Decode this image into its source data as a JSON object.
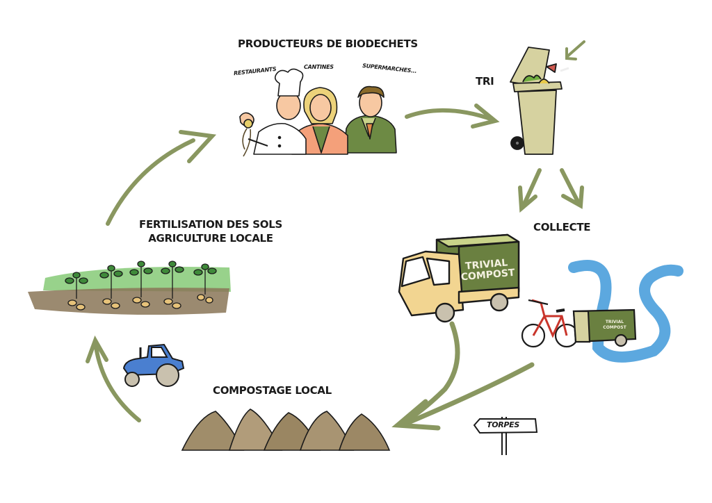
{
  "title": "Cycle du compostage local des biodéchets",
  "steps": {
    "producers": {
      "title": "PRODUCTEURS DE BIODECHETS",
      "sub_labels": [
        "RESTAURANTS",
        "CANTINES",
        "SUPERMARCHES..."
      ]
    },
    "sorting": {
      "title": "TRI"
    },
    "collection": {
      "title": "COLLECTE",
      "truck_brand_line1": "TRIVIAL",
      "truck_brand_line2": "COMPOST",
      "trailer_brand_line1": "TRIVIAL",
      "trailer_brand_line2": "COMPOST"
    },
    "composting": {
      "title": "COMPOSTAGE LOCAL"
    },
    "fertilization": {
      "title_line1": "FERTILISATION DES SOLS",
      "title_line2": "AGRICULTURE LOCALE"
    }
  },
  "signpost": {
    "label": "TORPES"
  },
  "colors": {
    "arrow_green": "#7d8c4f",
    "truck_green": "#6a8040",
    "truck_cab": "#f2d591",
    "bin": "#d6d2a0",
    "river": "#4a9fdc",
    "tractor": "#4a7fd0",
    "bike": "#c9352b",
    "soil": "#8a7557",
    "foliage": "#6cbf5a",
    "compost": "#a08d6a"
  }
}
